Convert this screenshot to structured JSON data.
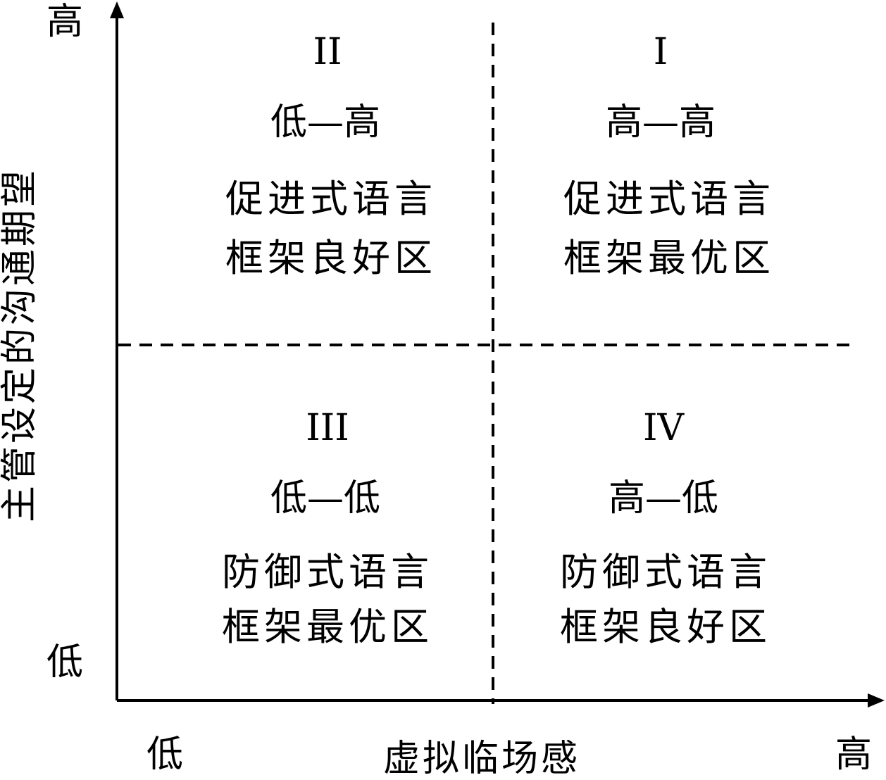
{
  "axes": {
    "x_title": "虚拟临场感",
    "y_title": "主管设定的沟通期望",
    "x_low": "低",
    "x_high": "高",
    "y_low": "低",
    "y_high": "高"
  },
  "quadrants": {
    "q1": {
      "numeral": "I",
      "code": "高—高",
      "line1": "促进式语言",
      "line2": "框架最优区"
    },
    "q2": {
      "numeral": "II",
      "code": "低—高",
      "line1": "促进式语言",
      "line2": "框架良好区"
    },
    "q3": {
      "numeral": "III",
      "code": "低—低",
      "line1": "防御式语言",
      "line2": "框架最优区"
    },
    "q4": {
      "numeral": "IV",
      "code": "高—低",
      "line1": "防御式语言",
      "line2": "框架良好区"
    }
  },
  "colors": {
    "line": "#000000",
    "background": "#ffffff"
  }
}
